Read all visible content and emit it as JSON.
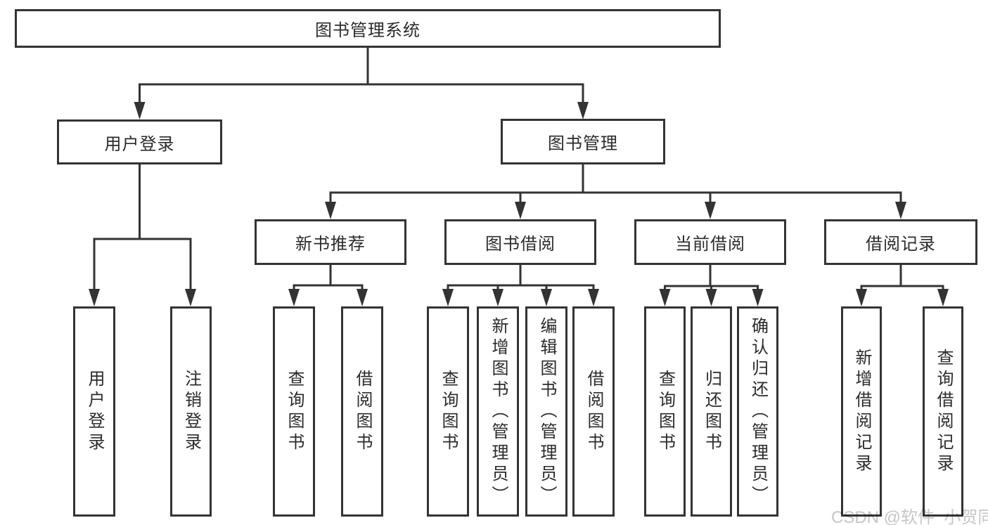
{
  "diagram": {
    "root": {
      "label": "图书管理系统"
    },
    "level2": [
      {
        "label": "用户登录",
        "children": [
          {
            "label": "用户登录"
          },
          {
            "label": "注销登录"
          }
        ]
      },
      {
        "label": "图书管理",
        "children": [
          {
            "label": "新书推荐",
            "children": [
              {
                "label": "查询图书"
              },
              {
                "label": "借阅图书"
              }
            ]
          },
          {
            "label": "图书借阅",
            "children": [
              {
                "label": "查询图书"
              },
              {
                "label": "新增图书（管理员）"
              },
              {
                "label": "编辑图书（管理员）"
              },
              {
                "label": "借阅图书"
              }
            ]
          },
          {
            "label": "当前借阅",
            "children": [
              {
                "label": "查询图书"
              },
              {
                "label": "归还图书"
              },
              {
                "label": "确认归还（管理员）"
              }
            ]
          },
          {
            "label": "借阅记录",
            "children": [
              {
                "label": "新增借阅记录"
              },
              {
                "label": "查询借阅记录"
              }
            ]
          }
        ]
      }
    ]
  },
  "watermark": {
    "text": "CSDN @软件_小贺同学"
  },
  "colors": {
    "line": "#333333",
    "text": "#2b2b2b",
    "watermark": "#c6c6c6",
    "background": "#ffffff"
  }
}
